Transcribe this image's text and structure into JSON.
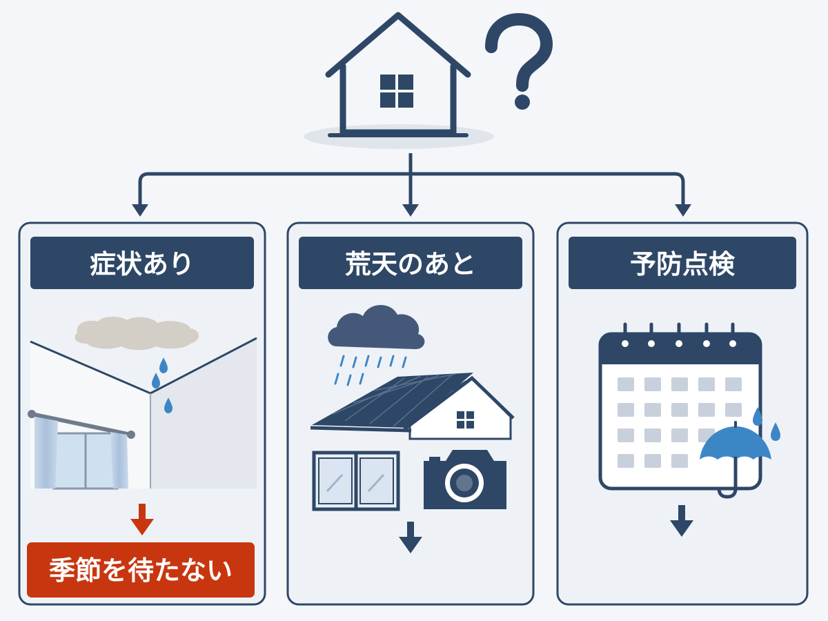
{
  "panels": [
    {
      "title": "症状あり",
      "callout": "季節を待たない"
    },
    {
      "title": "荒天のあと"
    },
    {
      "title": "予防点検"
    }
  ],
  "icons": {
    "top": [
      "house-icon",
      "question-mark-icon"
    ],
    "panel1": [
      "ceiling-stain-icon",
      "water-drop-icon",
      "curtain-window-icon"
    ],
    "panel2": [
      "rain-cloud-icon",
      "house-roof-icon",
      "window-icon",
      "camera-icon"
    ],
    "panel3": [
      "calendar-icon",
      "umbrella-icon",
      "rain-drop-icon"
    ]
  },
  "colors": {
    "navy": "#2e4766",
    "callout_red": "#c8360f",
    "panel_bg": "#eef2f7",
    "panel_border": "#2e4766",
    "rain_blue": "#3d86c6"
  }
}
